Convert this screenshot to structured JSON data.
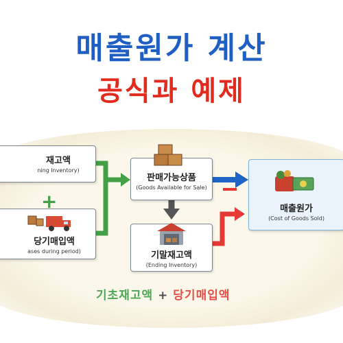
{
  "title": {
    "line1": "매출원가 계산",
    "line2": "공식과 예제"
  },
  "nodes": {
    "beginning_inventory": {
      "ko": "재고액",
      "en": "ning Inventory)"
    },
    "purchases": {
      "ko": "당기매입액",
      "en": "ases during period)"
    },
    "goods_available": {
      "ko": "판매가능상품",
      "en": "(Goods Available for Sale)"
    },
    "ending_inventory": {
      "ko": "기말재고액",
      "en": "(Ending Inventory)"
    },
    "cogs": {
      "ko": "매출원가",
      "en": "(Cost of Goods Sold)"
    }
  },
  "operators": {
    "plus": "+",
    "minus": "−"
  },
  "formula": {
    "term1": "기초재고액",
    "plus": "+",
    "term2": "당기매입액"
  },
  "colors": {
    "title_blue": "#1f5fc4",
    "title_red": "#e12b1f",
    "green": "#43a047",
    "blue": "#1e63c6",
    "red": "#e53935",
    "gray": "#555555"
  },
  "icons": [
    "boxes-icon",
    "truck-icon",
    "warehouse-icon",
    "money-bag-icon"
  ]
}
